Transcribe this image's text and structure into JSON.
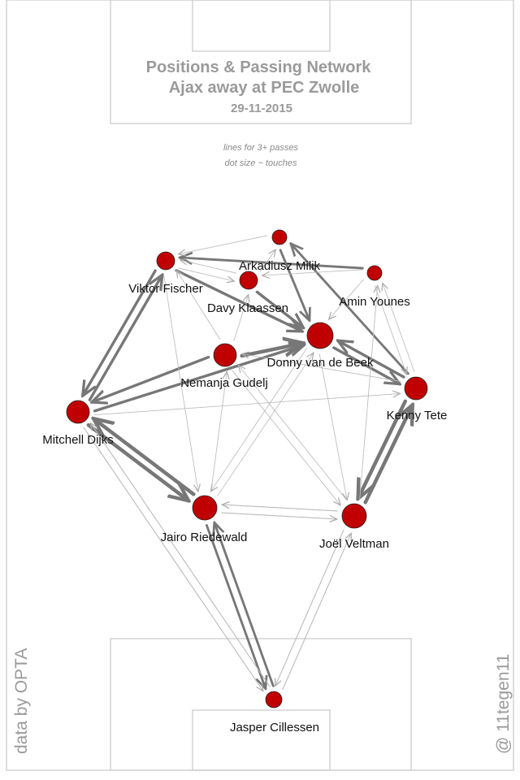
{
  "header": {
    "title_line1": "Positions & Passing Network",
    "title_line2": "Ajax  away at  PEC Zwolle",
    "date": "29-11-2015",
    "note1": "lines for 3+ passes",
    "note2": "dot size ~ touches"
  },
  "credits": {
    "left": "data by OPTA",
    "right": "@ 11tegen11"
  },
  "colors": {
    "node": "#c00000",
    "edge": "#777777",
    "edge_light": "#bbbbbb",
    "pitch": "#c8c8c8",
    "title": "#9a9a9a"
  },
  "chart_data": {
    "type": "network",
    "players": [
      {
        "id": "cillessen",
        "name": "Jasper Cillessen"
      },
      {
        "id": "riedewald",
        "name": "Jairo Riedewald"
      },
      {
        "id": "veltman",
        "name": "Joël Veltman"
      },
      {
        "id": "dijks",
        "name": "Mitchell Dijks"
      },
      {
        "id": "tete",
        "name": "Kenny Tete"
      },
      {
        "id": "gudelj",
        "name": "Nemanja Gudelj"
      },
      {
        "id": "vandebeek",
        "name": "Donny van de Beek"
      },
      {
        "id": "klaassen",
        "name": "Davy Klaassen"
      },
      {
        "id": "fischer",
        "name": "Viktor Fischer"
      },
      {
        "id": "milik",
        "name": "Arkadiusz Milik"
      },
      {
        "id": "younes",
        "name": "Amin Younes"
      }
    ],
    "passes": [
      {
        "from": "dijks",
        "to": "riedewald",
        "weight": 3
      },
      {
        "from": "riedewald",
        "to": "dijks",
        "weight": 3
      },
      {
        "from": "dijks",
        "to": "fischer",
        "weight": 2
      },
      {
        "from": "fischer",
        "to": "dijks",
        "weight": 2
      },
      {
        "from": "gudelj",
        "to": "dijks",
        "weight": 2
      },
      {
        "from": "dijks",
        "to": "vandebeek",
        "weight": 2
      },
      {
        "from": "gudelj",
        "to": "vandebeek",
        "weight": 3
      },
      {
        "from": "veltman",
        "to": "tete",
        "weight": 3
      },
      {
        "from": "tete",
        "to": "veltman",
        "weight": 3
      },
      {
        "from": "tete",
        "to": "vandebeek",
        "weight": 2
      },
      {
        "from": "vandebeek",
        "to": "tete",
        "weight": 2
      },
      {
        "from": "fischer",
        "to": "vandebeek",
        "weight": 2
      },
      {
        "from": "klaassen",
        "to": "vandebeek",
        "weight": 2
      },
      {
        "from": "milik",
        "to": "vandebeek",
        "weight": 1.5
      },
      {
        "from": "tete",
        "to": "milik",
        "weight": 1.5
      },
      {
        "from": "younes",
        "to": "fischer",
        "weight": 1.5
      },
      {
        "from": "cillessen",
        "to": "riedewald",
        "weight": 1.5
      },
      {
        "from": "riedewald",
        "to": "cillessen",
        "weight": 1.5
      },
      {
        "from": "veltman",
        "to": "riedewald",
        "weight": 1
      },
      {
        "from": "riedewald",
        "to": "veltman",
        "weight": 1
      },
      {
        "from": "cillessen",
        "to": "veltman",
        "weight": 1
      },
      {
        "from": "veltman",
        "to": "cillessen",
        "weight": 1
      },
      {
        "from": "dijks",
        "to": "cillessen",
        "weight": 1
      },
      {
        "from": "cillessen",
        "to": "dijks",
        "weight": 1
      },
      {
        "from": "fischer",
        "to": "riedewald",
        "weight": 0.5
      },
      {
        "from": "riedewald",
        "to": "gudelj",
        "weight": 0.5
      },
      {
        "from": "gudelj",
        "to": "fischer",
        "weight": 0.5
      },
      {
        "from": "klaassen",
        "to": "fischer",
        "weight": 0.5
      },
      {
        "from": "fischer",
        "to": "klaassen",
        "weight": 0.5
      },
      {
        "from": "klaassen",
        "to": "milik",
        "weight": 0.5
      },
      {
        "from": "younes",
        "to": "klaassen",
        "weight": 0.5
      },
      {
        "from": "younes",
        "to": "tete",
        "weight": 0.5
      },
      {
        "from": "tete",
        "to": "younes",
        "weight": 0.5
      },
      {
        "from": "vandebeek",
        "to": "veltman",
        "weight": 0.5
      },
      {
        "from": "gudelj",
        "to": "veltman",
        "weight": 0.5
      },
      {
        "from": "veltman",
        "to": "gudelj",
        "weight": 0.5
      },
      {
        "from": "dijks",
        "to": "tete",
        "weight": 0.5
      },
      {
        "from": "tete",
        "to": "gudelj",
        "weight": 0.5
      },
      {
        "from": "riedewald",
        "to": "vandebeek",
        "weight": 0.5
      },
      {
        "from": "vandebeek",
        "to": "riedewald",
        "weight": 0.5
      },
      {
        "from": "veltman",
        "to": "younes",
        "weight": 0.5
      },
      {
        "from": "milik",
        "to": "fischer",
        "weight": 0.5
      },
      {
        "from": "younes",
        "to": "vandebeek",
        "weight": 0.5
      },
      {
        "from": "gudelj",
        "to": "klaassen",
        "weight": 0.5
      }
    ]
  }
}
